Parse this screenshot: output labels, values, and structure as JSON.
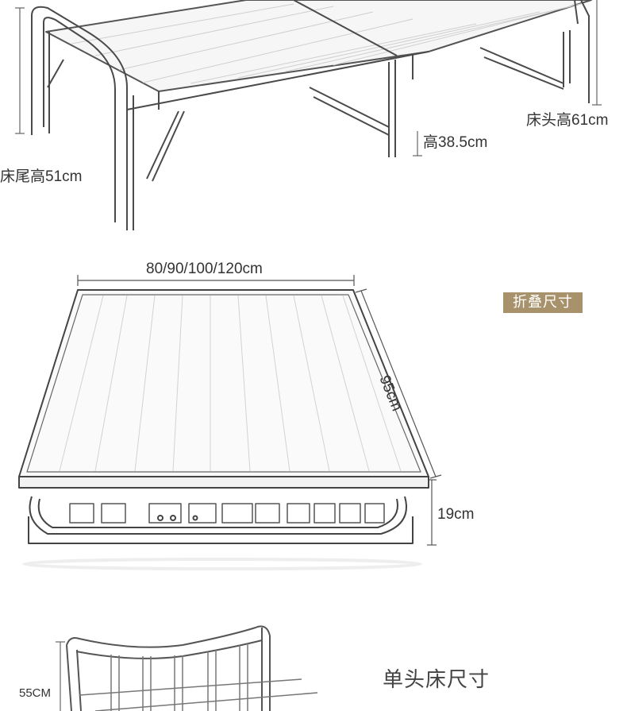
{
  "top_bed": {
    "label_head_height": "床头高61cm",
    "label_leg_height": "高38.5cm",
    "label_tail_height": "床尾高51cm"
  },
  "folded_bed": {
    "label_width": "80/90/100/120cm",
    "label_length": "95cm",
    "label_thickness": "19cm",
    "badge": "折叠尺寸"
  },
  "single_head_bed": {
    "title": "单头床尺寸",
    "label_height": "55CM"
  },
  "colors": {
    "badge_bg": "#a8926b",
    "line": "#444444",
    "text": "#333333"
  }
}
